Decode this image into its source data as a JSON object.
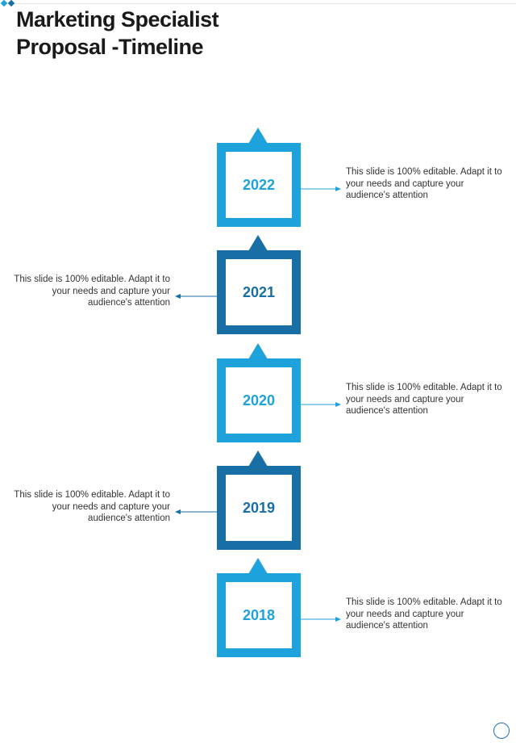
{
  "title_lines": [
    "Marketing Specialist",
    "Proposal -Timeline"
  ],
  "colors": {
    "light": "#1ea2dc",
    "dark": "#176fa6",
    "text": "#333333"
  },
  "timeline": [
    {
      "year": "2022",
      "side": "right",
      "tone": "light",
      "text": "This slide is 100% editable. Adapt it to your needs and capture your audience's attention"
    },
    {
      "year": "2021",
      "side": "left",
      "tone": "dark",
      "text": "This slide is 100% editable. Adapt it to your needs and capture your audience's attention"
    },
    {
      "year": "2020",
      "side": "right",
      "tone": "light",
      "text": "This slide is 100% editable. Adapt it to your needs and capture your audience's attention"
    },
    {
      "year": "2019",
      "side": "left",
      "tone": "dark",
      "text": "This slide is 100% editable. Adapt it to your needs and capture your audience's attention"
    },
    {
      "year": "2018",
      "side": "right",
      "tone": "light",
      "text": "This slide is 100% editable. Adapt it to your needs and capture your audience's attention"
    }
  ]
}
